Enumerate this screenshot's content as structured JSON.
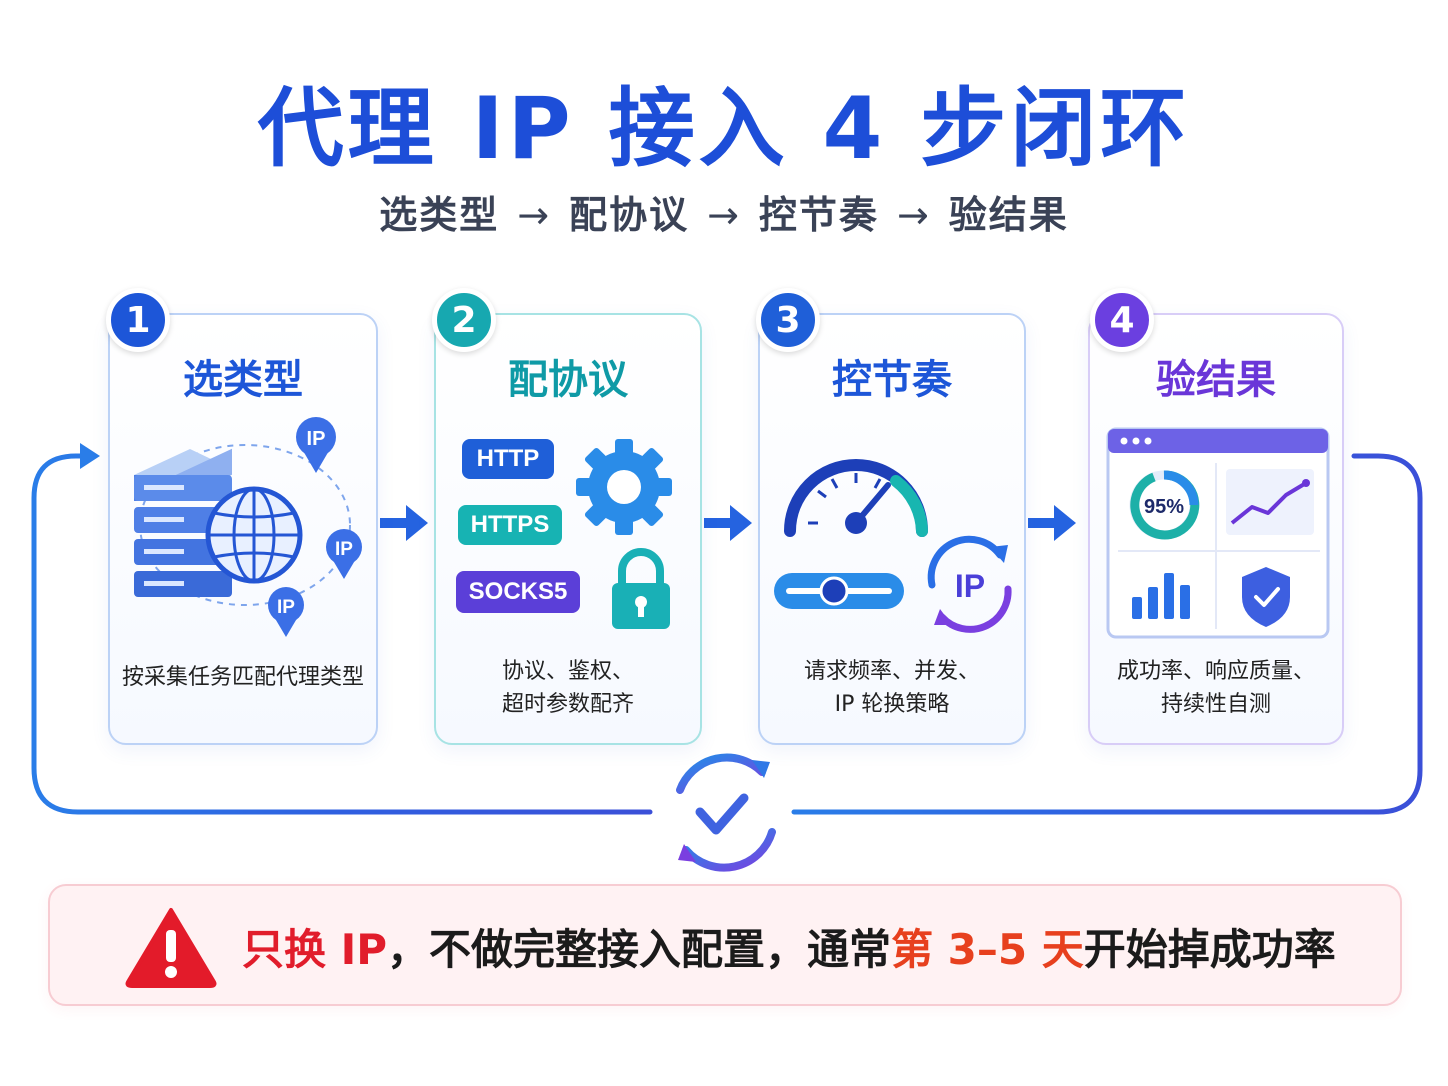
{
  "title": "代理 IP 接入 4 步闭环",
  "subtitle": {
    "steps": [
      "选类型",
      "配协议",
      "控节奏",
      "验结果"
    ],
    "arrow": "→"
  },
  "cards": [
    {
      "num": "1",
      "title": "选类型",
      "desc_lines": [
        "按采集任务匹配代理类型"
      ],
      "color": "#1d56d8",
      "title_color": "#1d56d8",
      "ip_labels": [
        "IP",
        "IP",
        "IP"
      ]
    },
    {
      "num": "2",
      "title": "配协议",
      "desc_lines": [
        "协议、鉴权、",
        "超时参数配齐"
      ],
      "color": "#17a8b0",
      "title_color": "#0f9aa6",
      "protocols": [
        "HTTP",
        "HTTPS",
        "SOCKS5"
      ]
    },
    {
      "num": "3",
      "title": "控节奏",
      "desc_lines": [
        "请求频率、并发、",
        "IP 轮换策略"
      ],
      "color": "#1f5fd8",
      "title_color": "#1d56d8",
      "ip_label": "IP"
    },
    {
      "num": "4",
      "title": "验结果",
      "desc_lines": [
        "成功率、响应质量、",
        "持续性自测"
      ],
      "color": "#6b3fe0",
      "title_color": "#6a36d8",
      "gauge_value": "95%"
    }
  ],
  "warning": {
    "part1": "只换 IP",
    "part2": "，不做完整接入配置，通常",
    "part3": "第 3–5 天",
    "part4": "开始掉成功率"
  },
  "colors": {
    "primary": "#1d56d8",
    "teal": "#17a8b0",
    "purple": "#6b3fe0",
    "warning_red": "#e11d2b"
  }
}
